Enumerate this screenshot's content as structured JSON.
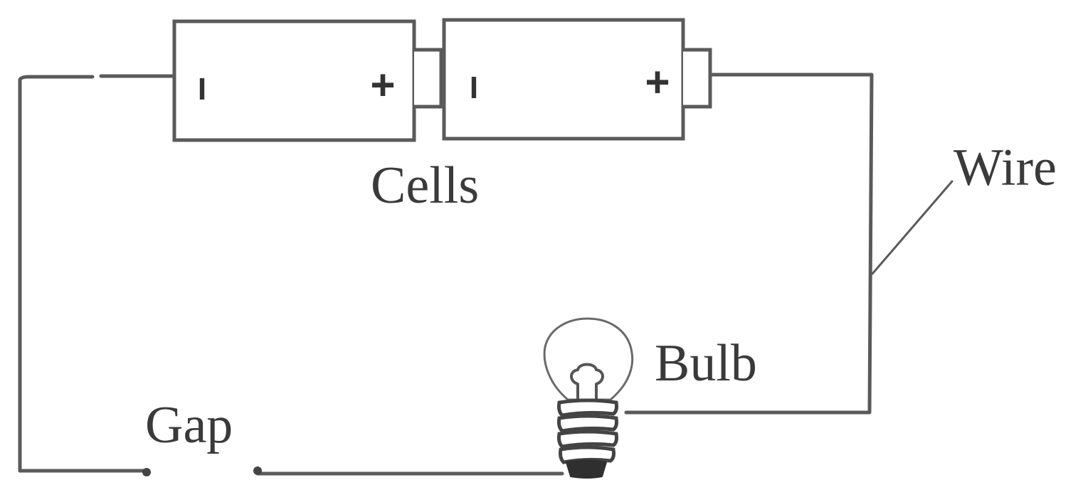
{
  "labels": {
    "cells": "Cells",
    "wire": "Wire",
    "bulb": "Bulb",
    "gap": "Gap"
  },
  "cells": [
    {
      "negative": "I",
      "positive": "+"
    },
    {
      "negative": "I",
      "positive": "+"
    }
  ],
  "colors": {
    "line": "#5a5a5a",
    "text": "#3a3a3a",
    "background": "#ffffff"
  }
}
